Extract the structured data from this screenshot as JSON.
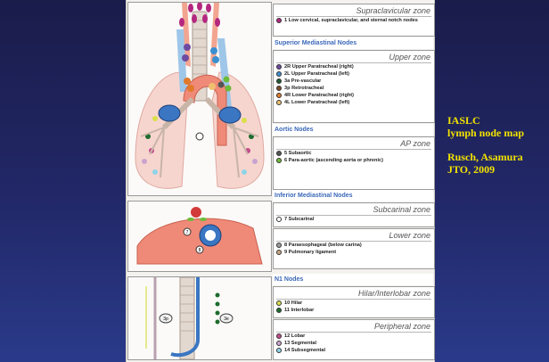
{
  "caption": {
    "line1": "IASLC",
    "line2": "lymph node map",
    "line3": "Rusch, Asamura",
    "line4": "JTO, 2009"
  },
  "legend": {
    "supraclavicular": {
      "zone": "Supraclavicular zone",
      "items": [
        {
          "label": "1 Low cervical, supraclavicular, and sternal notch nodes",
          "color": "#b4277f"
        }
      ]
    },
    "superior": {
      "header": "Superior Mediastinal Nodes",
      "zone": "Upper zone",
      "items": [
        {
          "label": "2R Upper Paratracheal (right)",
          "color": "#6e4aa0"
        },
        {
          "label": "2L Upper Paratracheal (left)",
          "color": "#3b8fd0"
        },
        {
          "label": "3a Pre-vascular",
          "color": "#1f5a35"
        },
        {
          "label": "3p Retrotracheal",
          "color": "#7a4a28"
        },
        {
          "label": "4R Lower Paratracheal (right)",
          "color": "#e07a2a"
        },
        {
          "label": "4L Lower Paratracheal (left)",
          "color": "#f0c070"
        }
      ]
    },
    "aortic": {
      "header": "Aortic Nodes",
      "zone": "AP zone",
      "items": [
        {
          "label": "5 Subaortic",
          "color": "#555555"
        },
        {
          "label": "6 Para-aortic (ascending aorta or phrenic)",
          "color": "#6dbb3a"
        }
      ]
    },
    "inferior": {
      "header": "Inferior Mediastinal Nodes",
      "zone_sub": "Subcarinal zone",
      "items_sub": [
        {
          "label": "7 Subcarinal",
          "color": "#ffffff"
        }
      ],
      "zone_low": "Lower zone",
      "items_low": [
        {
          "label": "8 Paraesophageal (below carina)",
          "color": "#9a9a9a"
        },
        {
          "label": "9 Pulmonary ligament",
          "color": "#c8a882"
        }
      ]
    },
    "n1": {
      "header": "N1 Nodes",
      "zone_hilar": "Hilar/Interlobar zone",
      "items_hilar": [
        {
          "label": "10 Hilar",
          "color": "#d9e04a"
        },
        {
          "label": "11 Interlobar",
          "color": "#1d6b2e"
        }
      ],
      "zone_peri": "Peripheral zone",
      "items_peri": [
        {
          "label": "12 Lobar",
          "color": "#c34a8a"
        },
        {
          "label": "13 Segmental",
          "color": "#c9a4cf"
        },
        {
          "label": "14 Subsegmental",
          "color": "#8fd3e6"
        }
      ]
    }
  },
  "diagram_labels": {
    "node_3p": "3p",
    "node_3e": "3e",
    "node_8": "8",
    "node_7": "7"
  }
}
